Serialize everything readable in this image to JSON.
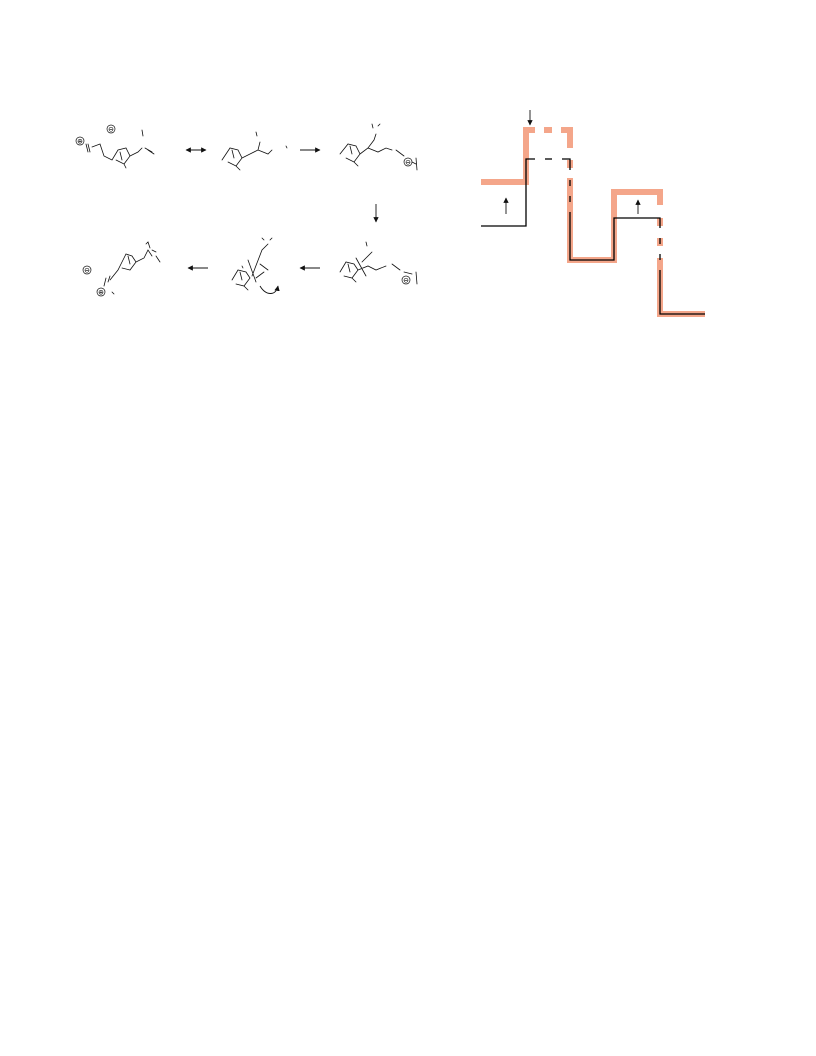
{
  "colors": {
    "accent": "#F4A68A",
    "ink": "#111111",
    "background": "#FFFFFF"
  },
  "scheme": {
    "charges": [
      "⊖",
      "⊕",
      "⊖",
      "⊖",
      "⊖",
      "⊕"
    ]
  },
  "energy_diagram": {
    "type": "step-profile",
    "series": [
      {
        "key": "outer",
        "color": "#F4A68A"
      },
      {
        "key": "inner",
        "color": "#000000"
      }
    ]
  }
}
